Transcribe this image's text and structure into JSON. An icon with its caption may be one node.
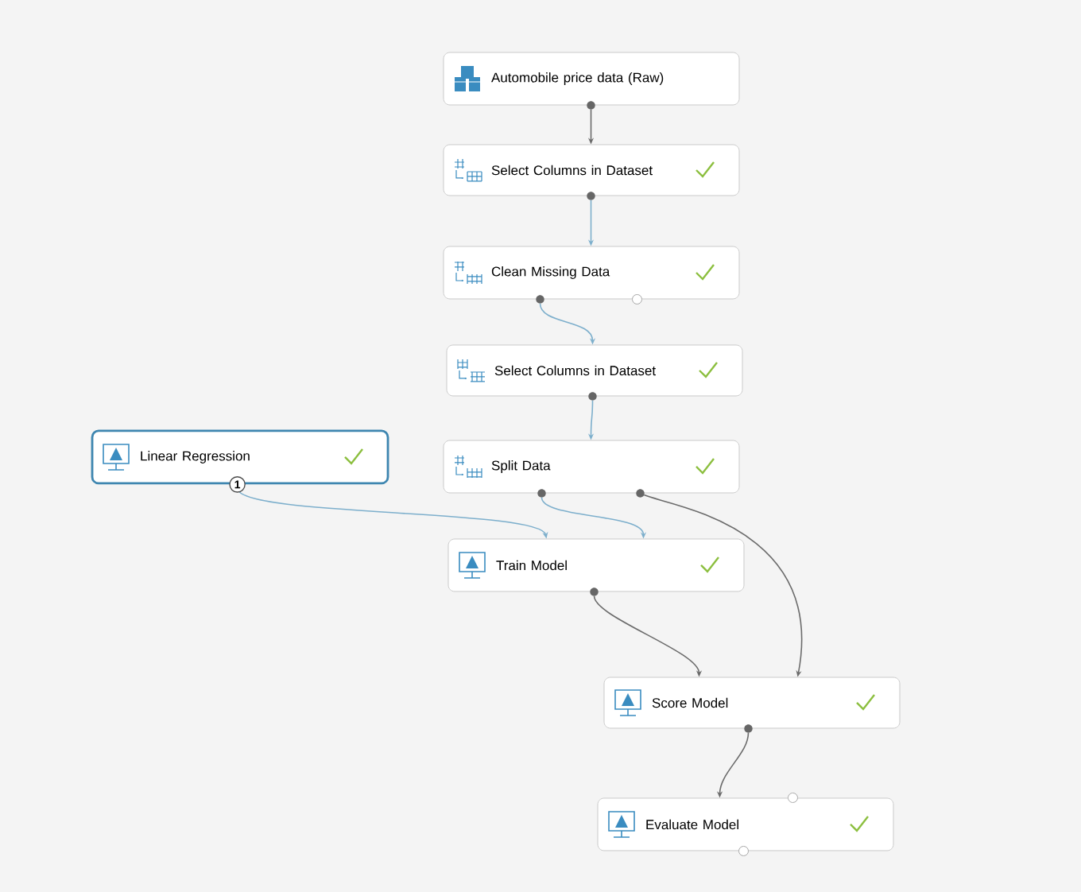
{
  "diagram": {
    "nodes": [
      {
        "text": [
          "Automobile price data (Raw)"
        ]
      },
      {
        "text": [
          "Select Columns in Dataset"
        ]
      },
      {
        "text": [
          "Clean Missing Data"
        ]
      },
      {
        "text": [
          "Select Columns in Dataset"
        ]
      },
      {
        "text": [
          "Linear Regression"
        ]
      },
      {
        "text": [
          "Split Data"
        ]
      },
      {
        "text": [
          "Train Model"
        ]
      },
      {
        "text": [
          "Score Model"
        ]
      },
      {
        "text": [
          "Evaluate Model"
        ]
      }
    ],
    "edges": [
      {
        "from": 0,
        "to": 1,
        "arrow": "to",
        "color": "#6b6b6b"
      },
      {
        "from": 1,
        "to": 2,
        "arrow": "to"
      },
      {
        "from": 2,
        "to": 3,
        "arrow": "to"
      },
      {
        "from": 3,
        "to": 5,
        "arrow": "to"
      },
      {
        "from": 4,
        "to": 6,
        "arrow": "to",
        "label": "1"
      },
      {
        "from": 5,
        "to": 6,
        "arrow": "to"
      },
      {
        "from": 5,
        "to": 7,
        "arrow": "to",
        "color": "#6b6b6b"
      },
      {
        "from": 6,
        "to": 7,
        "arrow": "to",
        "color": "#6b6b6b"
      },
      {
        "from": 7,
        "to": 8,
        "arrow": "to",
        "color": "#6b6b6b"
      }
    ]
  }
}
